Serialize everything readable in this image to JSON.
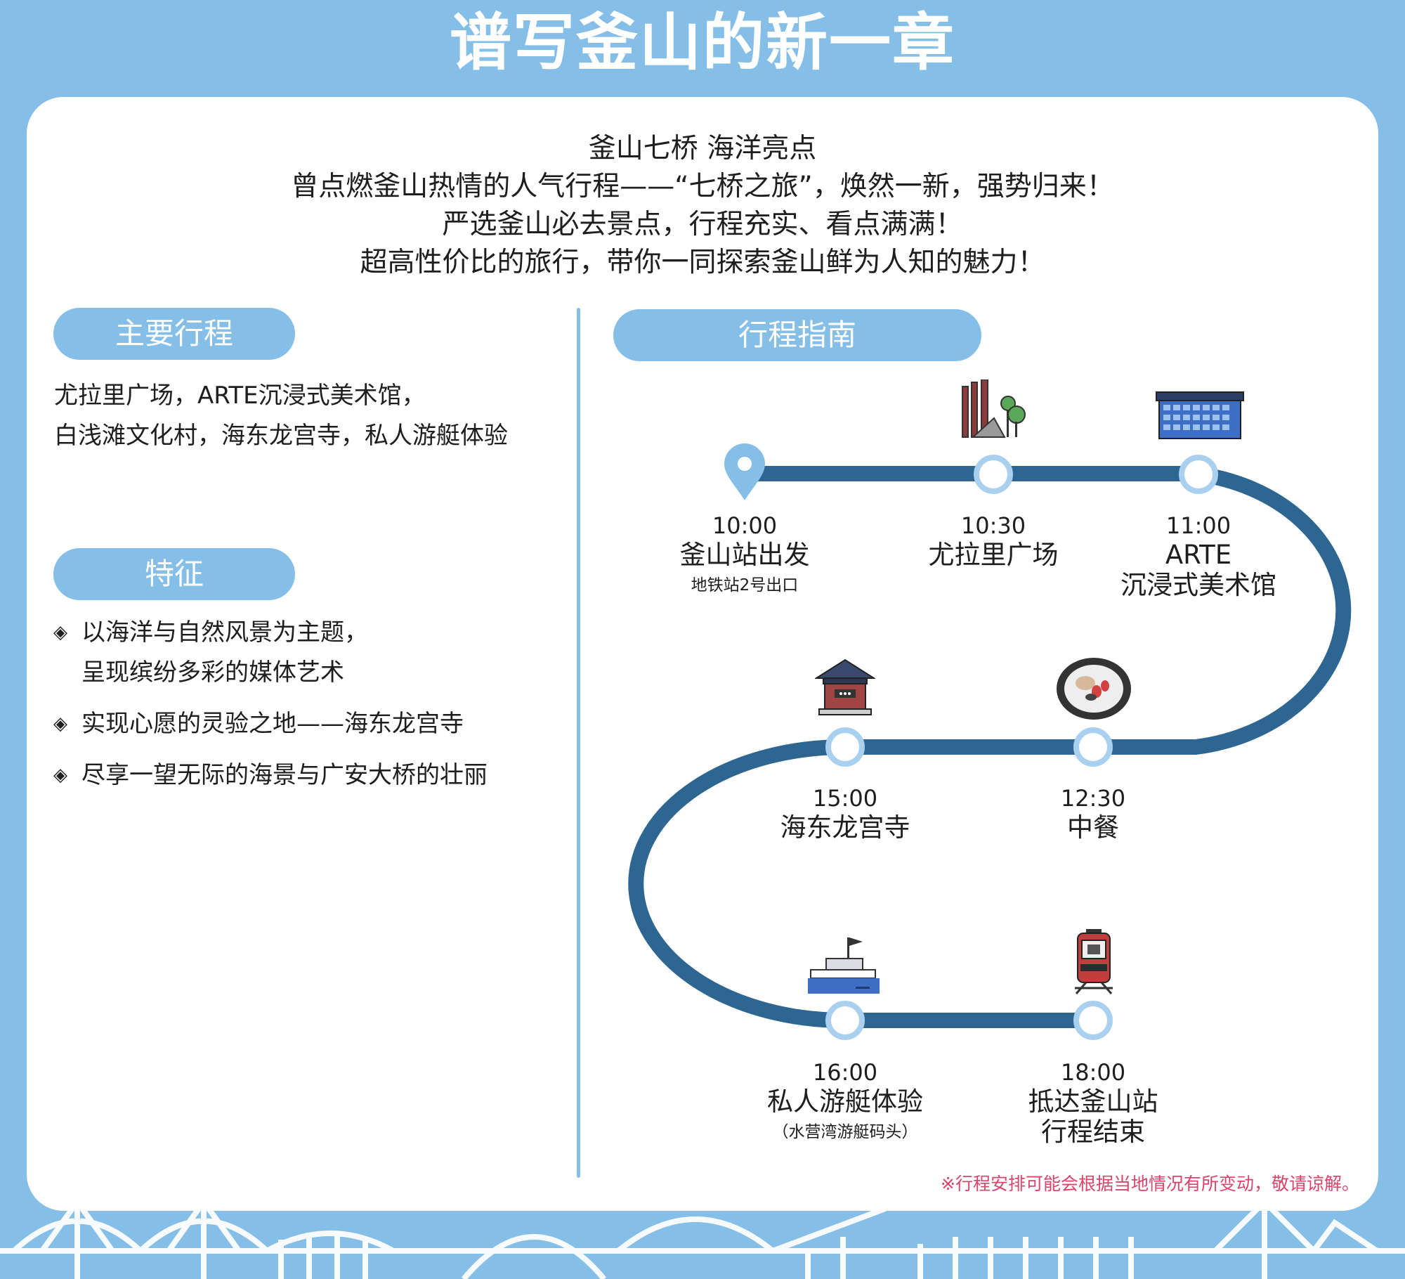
{
  "header": {
    "title": "谱写釜山的新一章"
  },
  "intro": {
    "lines": [
      "釜山七桥 海洋亮点",
      "曾点燃釜山热情的人气行程——“七桥之旅”，焕然一新，强势归来！",
      "严选釜山必去景点，行程充实、看点满满！",
      "超高性价比的旅行，带你一同探索釜山鲜为人知的魅力！"
    ]
  },
  "main_route": {
    "label": "主要行程",
    "lines": [
      "尤拉里广场，ARTE沉浸式美术馆，",
      "白浅滩文化村，海东龙宫寺，私人游艇体验"
    ]
  },
  "features": {
    "label": "特征",
    "bullet": "◈",
    "items": [
      {
        "lines": [
          "以海洋与自然风景为主题，",
          "呈现缤纷多彩的媒体艺术"
        ]
      },
      {
        "lines": [
          "实现心愿的灵验之地——海东龙宫寺"
        ]
      },
      {
        "lines": [
          "尽享一望无际的海景与广安大桥的壮丽"
        ]
      }
    ]
  },
  "guide": {
    "label": "行程指南",
    "stops": [
      {
        "time": "10:00",
        "name": "釜山站出发",
        "sub": "地铁站2号出口",
        "icon": "location-pin-icon"
      },
      {
        "time": "10:30",
        "name": "尤拉里广场",
        "icon": "plaza-icon"
      },
      {
        "time": "11:00",
        "name": "ARTE",
        "name2": "沉浸式美术馆",
        "icon": "museum-icon"
      },
      {
        "time": "12:30",
        "name": "中餐",
        "icon": "meal-icon"
      },
      {
        "time": "15:00",
        "name": "海东龙宫寺",
        "icon": "temple-icon"
      },
      {
        "time": "16:00",
        "name": "私人游艇体验",
        "sub": "（水营湾游艇码头）",
        "icon": "yacht-icon"
      },
      {
        "time": "18:00",
        "name": "抵达釜山站",
        "name2": "行程结束",
        "icon": "train-icon"
      }
    ]
  },
  "note": "※行程安排可能会根据当地情况有所变动，敬请谅解。",
  "colors": {
    "background": "#85bfe8",
    "route": "#2e6692",
    "note": "#d9446a"
  }
}
